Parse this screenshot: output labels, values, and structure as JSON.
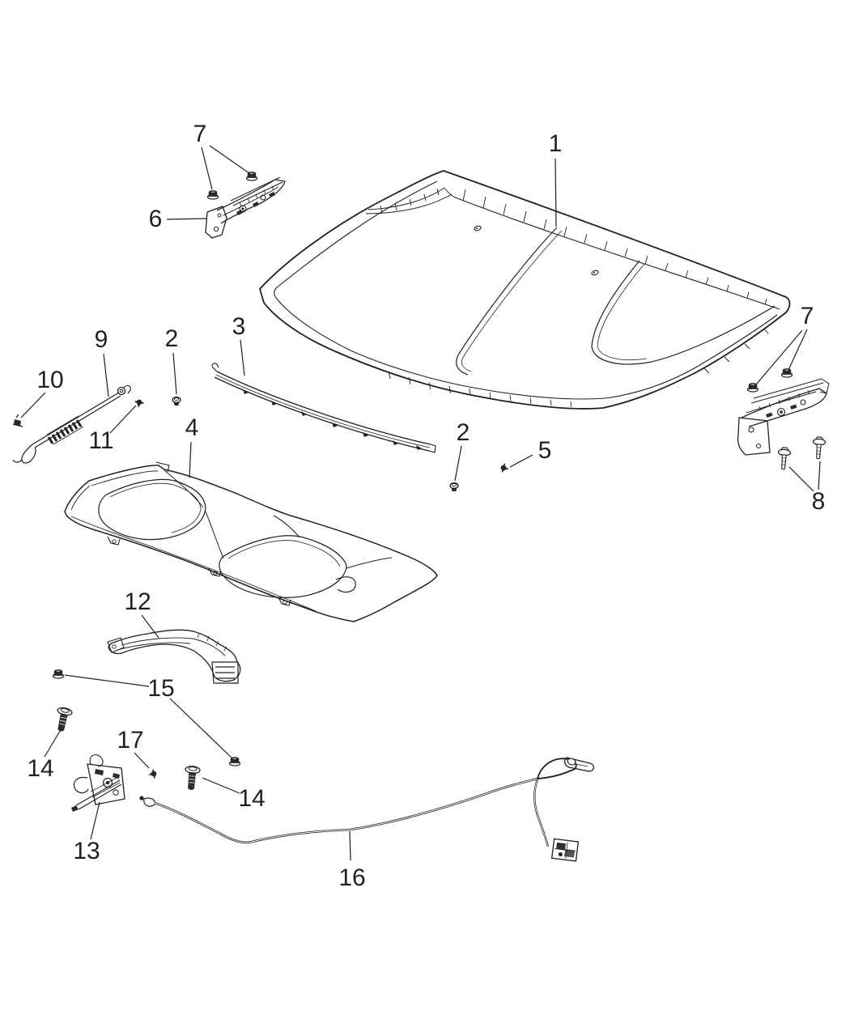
{
  "diagram": {
    "background_color": "#ffffff",
    "line_color": "#231f20"
  },
  "callouts": [
    {
      "label": "1"
    },
    {
      "label": "2"
    },
    {
      "label": "2"
    },
    {
      "label": "3"
    },
    {
      "label": "4"
    },
    {
      "label": "5"
    },
    {
      "label": "6"
    },
    {
      "label": "7"
    },
    {
      "label": "7"
    },
    {
      "label": "8"
    },
    {
      "label": "9"
    },
    {
      "label": "10"
    },
    {
      "label": "11"
    },
    {
      "label": "12"
    },
    {
      "label": "13"
    },
    {
      "label": "14"
    },
    {
      "label": "14"
    },
    {
      "label": "15"
    },
    {
      "label": "16"
    },
    {
      "label": "17"
    }
  ]
}
